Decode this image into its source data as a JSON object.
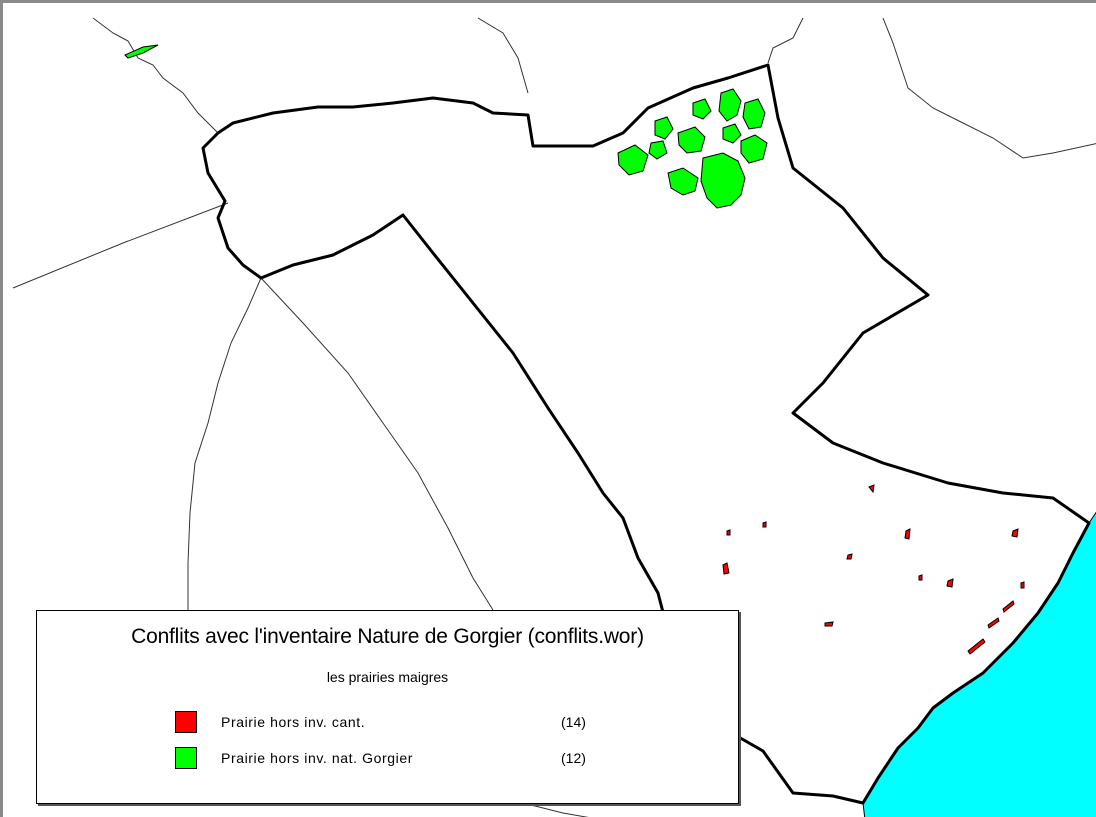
{
  "colors": {
    "lake": "#00ffff",
    "prairie_cant": "#ff0000",
    "prairie_nat": "#00ff00",
    "boundary": "#000000",
    "roads": "#333333"
  },
  "map": {
    "layers": [
      "communal-boundary",
      "roads",
      "lake",
      "prairie-patches"
    ]
  },
  "legend": {
    "title": "Conflits avec l'inventaire Nature de Gorgier (conflits.wor)",
    "subtitle": "les prairies maigres",
    "items": [
      {
        "label": "Prairie hors inv. cant.",
        "count": "(14)",
        "color": "#ff0000"
      },
      {
        "label": "Prairie hors inv. nat. Gorgier",
        "count": "(12)",
        "color": "#00ff00"
      }
    ]
  }
}
